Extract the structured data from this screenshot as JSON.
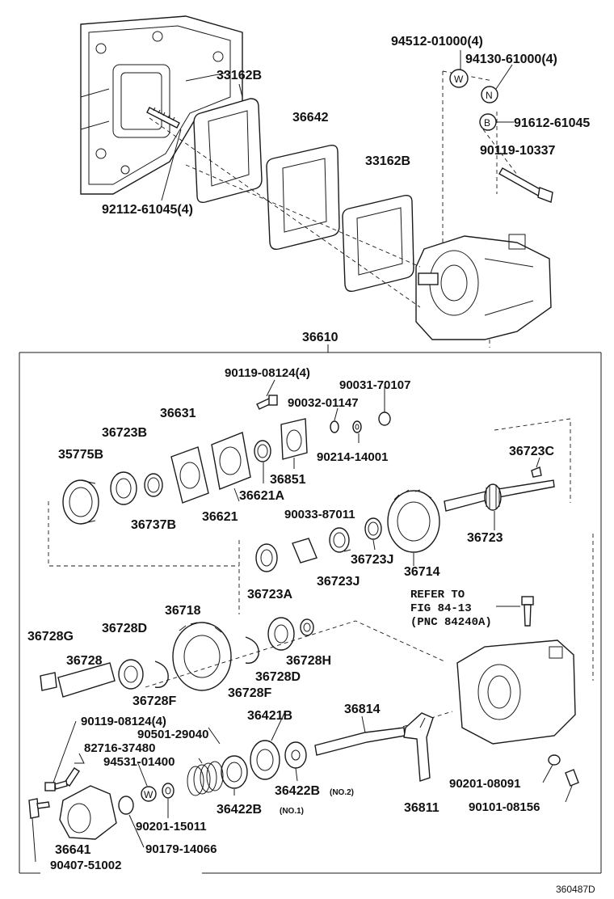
{
  "labels": {
    "n94512": "94512-01000(4)",
    "n94130": "94130-61000(4)",
    "n33162b_top": "33162B",
    "n36642": "36642",
    "n33162b_mid": "33162B",
    "n91612": "91612-61045",
    "n90119_10337": "90119-10337",
    "n92112": "92112-61045(4)",
    "n36610": "36610",
    "n90119_08124_top": "90119-08124(4)",
    "n90031": "90031-70107",
    "n36631": "36631",
    "n90032": "90032-01147",
    "n36723b": "36723B",
    "n35775b": "35775B",
    "n36851": "36851",
    "n90214": "90214-14001",
    "n36621a": "36621A",
    "n36723c": "36723C",
    "n36737b": "36737B",
    "n36621": "36621",
    "n90033": "90033-87011",
    "n36723": "36723",
    "n36723j_a": "36723J",
    "n36714": "36714",
    "n36723a": "36723A",
    "n36723j_b": "36723J",
    "n36718": "36718",
    "n36728g": "36728G",
    "n36728d_a": "36728D",
    "n36728": "36728",
    "n36728h": "36728H",
    "n36728d_b": "36728D",
    "n36728f_a": "36728F",
    "n36728f_b": "36728F",
    "n90119_08124_bot": "90119-08124(4)",
    "n36421b": "36421B",
    "n36814": "36814",
    "n90501": "90501-29040",
    "n82716": "82716-37480",
    "n94531": "94531-01400",
    "n36422b_no2": "36422B",
    "n36422b_no1": "36422B",
    "n90201_15011": "90201-15011",
    "n36641": "36641",
    "n90179": "90179-14066",
    "n90407": "90407-51002",
    "n36811": "36811",
    "n90201_08091": "90201-08091",
    "n90101": "90101-08156"
  },
  "qualifiers": {
    "no2": "(NO.2)",
    "no1": "(NO.1)"
  },
  "symbols": {
    "w_top": "W",
    "n_top": "N",
    "b_top": "B",
    "w_bot": "W"
  },
  "refer": {
    "line1": "REFER TO",
    "line2": "FIG 84-13",
    "line3": "(PNC 84240A)"
  },
  "figure_code": "360487D"
}
